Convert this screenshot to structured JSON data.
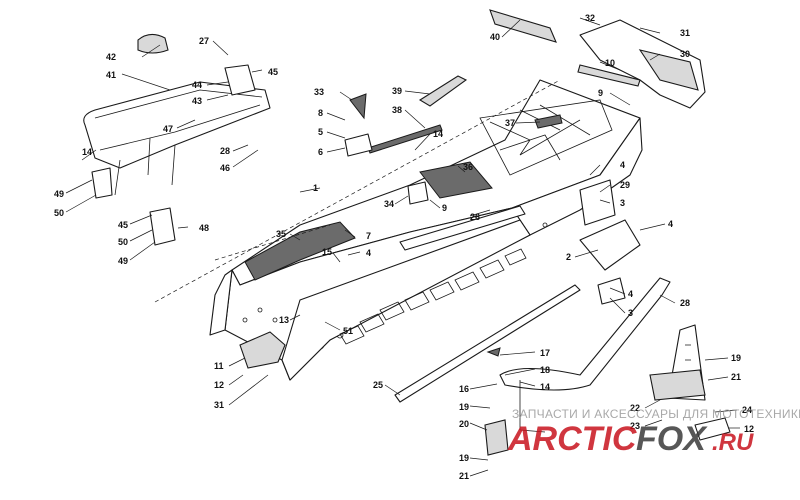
{
  "callouts": {
    "c1": "1",
    "c2": "2",
    "c3a": "3",
    "c3b": "3",
    "c4a": "4",
    "c4b": "4",
    "c4c": "4",
    "c4d": "4",
    "c5": "5",
    "c6": "6",
    "c7": "7",
    "c8": "8",
    "c9a": "9",
    "c9b": "9",
    "c10": "10",
    "c11": "11",
    "c12a": "12",
    "c12b": "12",
    "c13": "13",
    "c14a": "14",
    "c14b": "14",
    "c14c": "14",
    "c15": "15",
    "c16": "16",
    "c17": "17",
    "c18": "18",
    "c19a": "19",
    "c19b": "19",
    "c19c": "19",
    "c20": "20",
    "c21a": "21",
    "c21b": "21",
    "c22": "22",
    "c23": "23",
    "c24": "24",
    "c25": "25",
    "c26": "26",
    "c27": "27",
    "c28a": "28",
    "c28b": "28",
    "c29": "29",
    "c30": "30",
    "c31a": "31",
    "c31b": "31",
    "c32": "32",
    "c33": "33",
    "c34": "34",
    "c35": "35",
    "c36": "36",
    "c37": "37",
    "c38": "38",
    "c39": "39",
    "c40": "40",
    "c41": "41",
    "c42": "42",
    "c43": "43",
    "c44": "44",
    "c45a": "45",
    "c45b": "45",
    "c46": "46",
    "c47": "47",
    "c48": "48",
    "c49a": "49",
    "c49b": "49",
    "c50a": "50",
    "c50b": "50",
    "c51": "51"
  },
  "watermark": {
    "tagline": "ЗАПЧАСТИ И АКСЕССУАРЫ ДЛЯ МОТОТЕХНИКИ",
    "logo_a": "ARCTIC",
    "logo_b": "FOX",
    "logo_tld": ".RU"
  },
  "colors": {
    "logo_red": "#c8141e",
    "line": "#1a1a1a"
  }
}
